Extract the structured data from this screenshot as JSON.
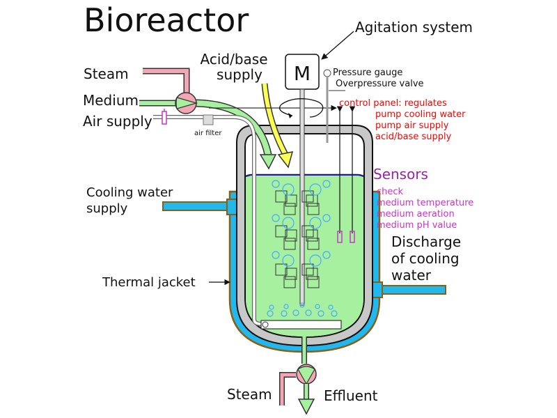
{
  "title": "Bioreactor",
  "labels": {
    "agitation": "Agitation system",
    "acid_base_1": "Acid/base",
    "acid_base_2": "supply",
    "steam_top": "Steam",
    "medium": "Medium",
    "air_supply": "Air supply",
    "air_filter": "air filter",
    "motor": "M",
    "pressure_gauge": "Pressure gauge",
    "overpressure_valve": "Overpressure valve",
    "cooling_supply_1": "Cooling water",
    "cooling_supply_2": "supply",
    "thermal_jacket": "Thermal jacket",
    "discharge_1": "Discharge",
    "discharge_2": "of cooling",
    "discharge_3": "water",
    "steam_bottom": "Steam",
    "effluent": "Effluent"
  },
  "control_panel": {
    "heading": "control panel: regulates",
    "items": [
      "pump cooling water",
      "pump air supply",
      "acid/base supply"
    ]
  },
  "sensors": {
    "heading": "Sensors",
    "items": [
      "check",
      "medium temperature",
      "medium aeration",
      "medium pH value"
    ]
  },
  "colors": {
    "medium": "#a6f0a0",
    "steam": "#f4a6b4",
    "acid_base": "#ffff55",
    "cooling": "#22b8ee",
    "jacket_outline": "#8a6010",
    "wall": "#c8c8c8",
    "control_text": "#ff0000",
    "sensor_text": "#cc33cc",
    "sensor_heading": "#9922aa",
    "bubbles": "#44aaff"
  }
}
